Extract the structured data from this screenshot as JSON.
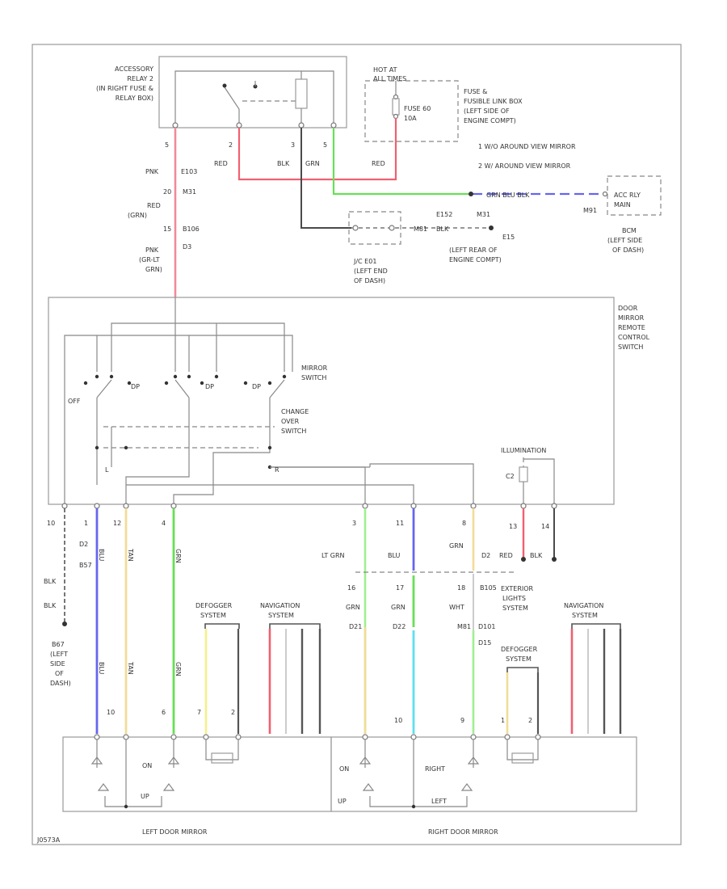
{
  "colors": {
    "red": "#f06070",
    "pink": "#f08a9a",
    "green": "#66e056",
    "blue": "#6666ee",
    "cyan": "#5ee0ee",
    "tan": "#f2dc96",
    "yellow": "#f5f08a",
    "black": "#4a4a4a",
    "gray": "#9a9a9a",
    "lightgreen": "#9ef090"
  },
  "labels": {
    "accessory_relay": [
      "ACCESSORY",
      "RELAY 2",
      "(IN RIGHT FUSE &",
      "RELAY BOX)"
    ],
    "hot_at": [
      "HOT AT",
      "ALL TIMES"
    ],
    "fuse": [
      "FUSE 60",
      "10A"
    ],
    "fuse_box": [
      "FUSE &",
      "FUSIBLE LINK BOX",
      "(LEFT SIDE OF",
      "ENGINE COMPT)"
    ],
    "legend_1": "1   W/O AROUND VIEW MIRROR",
    "legend_2": "2   W/ AROUND VIEW MIRROR",
    "pin_2": "2",
    "pin_3": "3",
    "pin_5a": "5",
    "pin_5b": "5",
    "red_a": "RED",
    "red_b": "RED",
    "blk_top": "BLK",
    "grn_top": "GRN",
    "pnk": "PNK",
    "e103": "E103",
    "pin_20": "20",
    "m31": "M31",
    "red_grn": [
      "RED",
      "(GRN)"
    ],
    "pin_15": "15",
    "b106": "B106",
    "d3": "D3",
    "pnk_grn": [
      "PNK",
      "(GR-LT",
      "GRN)"
    ],
    "grn_blu_blk": "GRN BLU    BLK",
    "acc_relay_main": [
      "ACC RLY",
      "MAIN"
    ],
    "m91": "M91",
    "bcm": [
      "BCM",
      "(LEFT SIDE",
      "OF DASH)"
    ],
    "e152": "E152",
    "m31b": "M31",
    "m81": "M81",
    "blk_mid": "BLK",
    "e15": "E15",
    "e15_loc": [
      "(LEFT REAR OF",
      "ENGINE COMPT)"
    ],
    "jc": [
      "J/C E01",
      "(LEFT END",
      "OF DASH)"
    ],
    "door_mirror": [
      "DOOR",
      "MIRROR",
      "REMOTE",
      "CONTROL",
      "SWITCH"
    ],
    "mirror_switch": [
      "MIRROR",
      "SWITCH"
    ],
    "change_over": [
      "CHANGE",
      "OVER",
      "SWITCH"
    ],
    "off": "OFF",
    "dp": [
      "DP",
      "DP",
      "DP"
    ],
    "sw_l": "L",
    "sw_r": "R",
    "illumination": "ILLUMINATION",
    "conn_c2": "C2",
    "pin_10": "10",
    "pin_1": "1",
    "pin_12": "12",
    "pin_4": "4",
    "pin_3b": "3",
    "pin_11": "11",
    "pin_8": "8",
    "pin_13": "13",
    "pin_14": "14",
    "blk_left": "BLK",
    "blk_left2": "BLK",
    "d2": "D2",
    "b57": "B57",
    "blu_l": "BLU",
    "tan_l": "TAN",
    "grn_l": "GRN",
    "blu_l2": "BLU",
    "tan_l2": "TAN",
    "grn_l2": "GRN",
    "lt_grn": "LT GRN",
    "blu_r": "BLU",
    "grn_r": "GRN",
    "d2r": "D2",
    "red_r": "RED",
    "blk_r": "BLK",
    "pin_16": "16",
    "pin_17": "17",
    "grn_r2": "GRN",
    "grn_r3": "GRN",
    "pin_18": "18",
    "b105": "B105",
    "wht": "WHT",
    "d21": "D21",
    "m81b": "M81",
    "d101": "D101",
    "d22": "D22",
    "d15": "D15",
    "exterior": [
      "EXTERIOR",
      "LIGHTS",
      "SYSTEM"
    ],
    "defogger": [
      "DEFOGGER",
      "SYSTEM"
    ],
    "navigation": [
      "NAVIGATION",
      "SYSTEM"
    ],
    "b67": [
      "B67",
      "(LEFT",
      "SIDE",
      "OF",
      "DASH)"
    ],
    "pin_10b": "10",
    "pin_6": "6",
    "pin_7": "7",
    "pin_2b": "2",
    "pin_10c": "10",
    "pin_9": "9",
    "pin_1b": "1",
    "pin_2c": "2",
    "on_l": "ON",
    "on_r": "ON",
    "up_l": "UP",
    "up_r": "UP",
    "right": "RIGHT",
    "left": "LEFT",
    "left_door_mirror": "LEFT DOOR MIRROR",
    "right_door_mirror": "RIGHT DOOR MIRROR",
    "fig_id": "J0573A"
  }
}
